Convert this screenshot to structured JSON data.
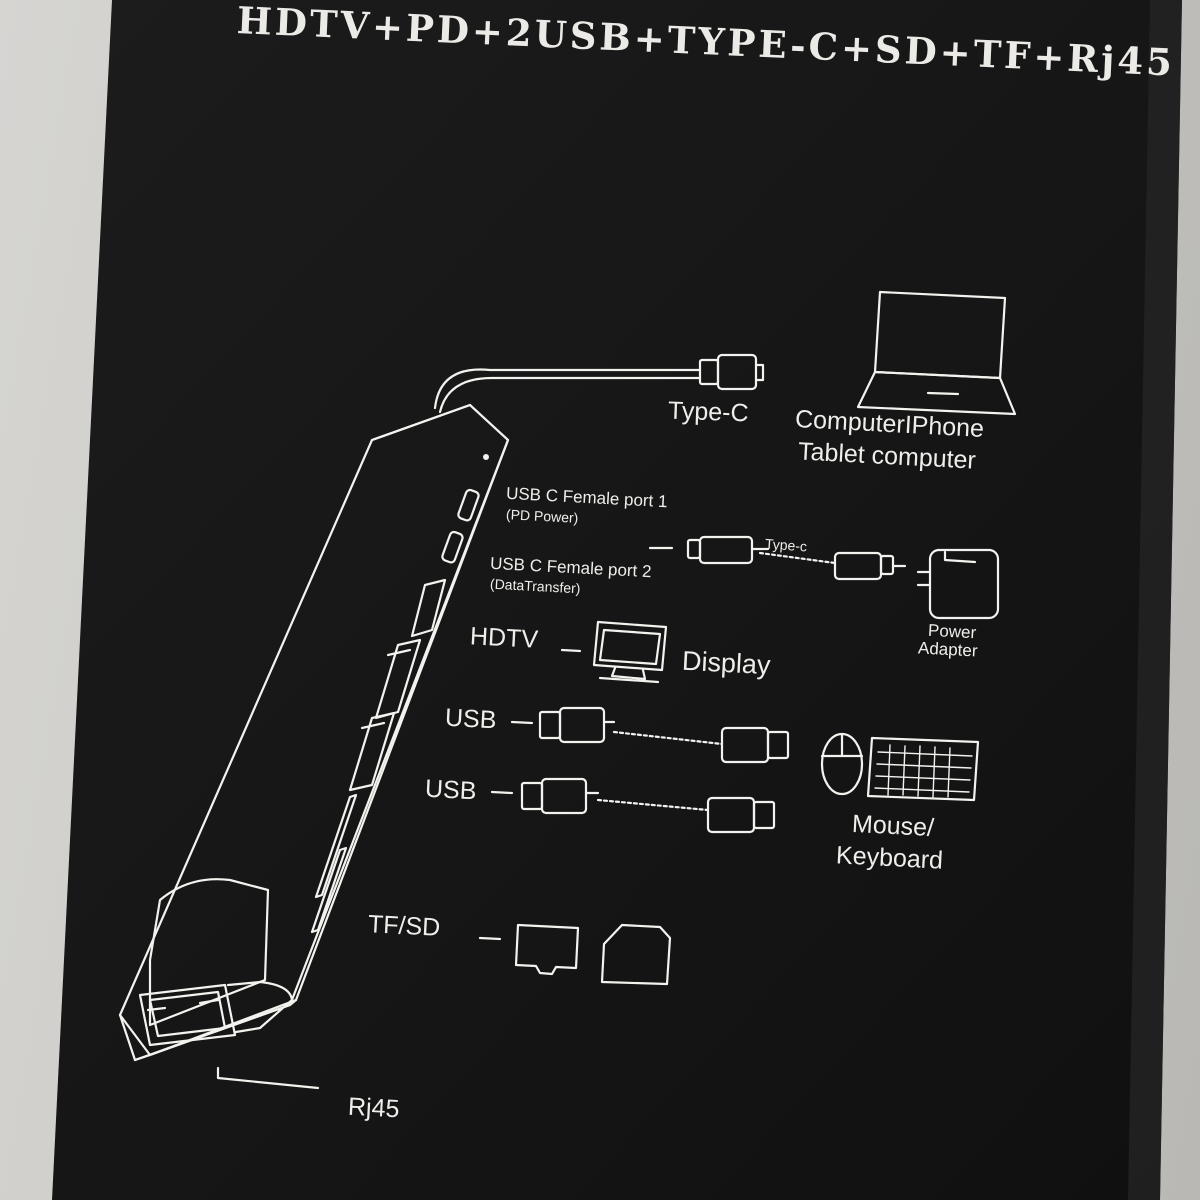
{
  "colors": {
    "background": "#bdbcb8",
    "box": "#141414",
    "title": "#eceae6",
    "line_art": "#f2f2ee"
  },
  "title": {
    "subtitle": "HDTV+PD+2USB+TYPE-C+SD+TF+Rj45"
  },
  "labels": {
    "type_c": "Type-C",
    "computer_line1": "ComputerIPhone",
    "computer_line2": "Tablet computer",
    "usbc_port1": "USB C Female port 1",
    "usbc_port1_sub": "(PD Power)",
    "usbc_port2": "USB C Female port 2",
    "usbc_port2_sub": "(DataTransfer)",
    "type_c_cable": "Type-c",
    "power_line1": "Power",
    "power_line2": "Adapter",
    "hdtv": "HDTV",
    "display": "Display",
    "usb1": "USB",
    "usb2": "USB",
    "mouse_line1": "Mouse/",
    "mouse_line2": "Keyboard",
    "tf_sd": "TF/SD",
    "rj45": "Rj45"
  },
  "icons": [
    "usb-hub-icon",
    "type-c-plug-icon",
    "laptop-icon",
    "power-adapter-icon",
    "monitor-icon",
    "usb-plug-icon",
    "mouse-icon",
    "keyboard-icon",
    "tf-card-icon",
    "sd-card-icon",
    "rj45-port-icon"
  ]
}
